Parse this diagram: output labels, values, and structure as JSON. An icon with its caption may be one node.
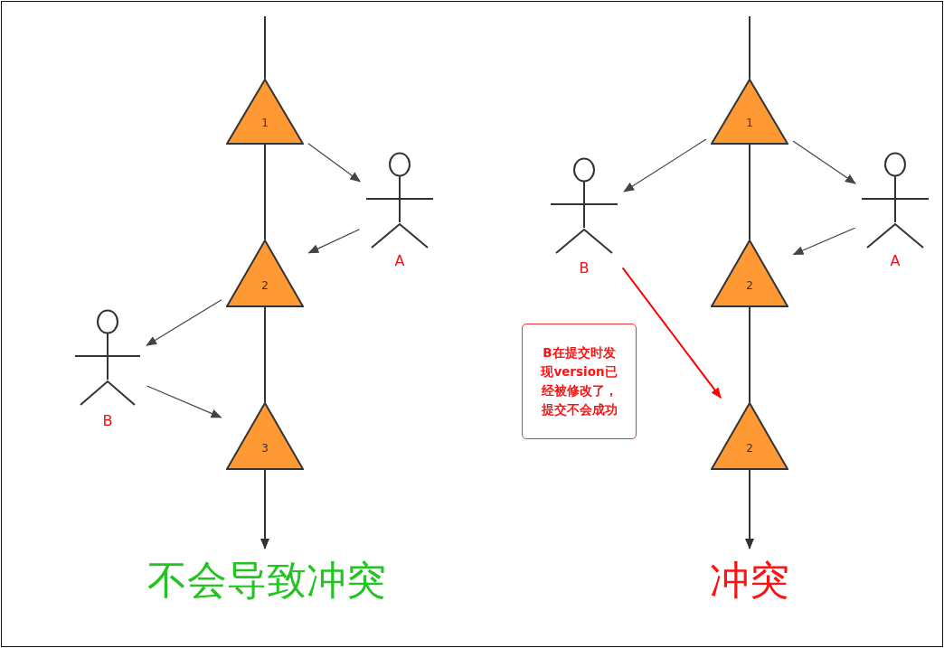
{
  "diagram": {
    "nodes": [
      {
        "text": [
          "1"
        ]
      },
      {
        "text": [
          "A"
        ]
      },
      {
        "text": [
          "2"
        ]
      },
      {
        "text": [
          "B"
        ]
      },
      {
        "text": [
          "3"
        ]
      },
      {
        "text": [
          "1"
        ]
      },
      {
        "text": [
          "B"
        ]
      },
      {
        "text": [
          "A"
        ]
      },
      {
        "text": [
          "2"
        ]
      },
      {
        "text": [
          "B在提交时发现version已经被修改了，提交不会成功"
        ]
      },
      {
        "text": [
          "2"
        ]
      },
      {
        "text": [
          "不会导致冲突"
        ]
      },
      {
        "text": [
          "冲突"
        ]
      }
    ],
    "edges": [
      {
        "from": null,
        "to": 0,
        "arrow": "none"
      },
      {
        "from": 0,
        "to": 2,
        "arrow": "none"
      },
      {
        "from": 2,
        "to": 4,
        "arrow": "none"
      },
      {
        "from": 4,
        "to": 11,
        "arrow": "to"
      },
      {
        "from": 0,
        "to": 1,
        "arrow": "to"
      },
      {
        "from": 1,
        "to": 2,
        "arrow": "to"
      },
      {
        "from": 2,
        "to": 3,
        "arrow": "to"
      },
      {
        "from": 3,
        "to": 4,
        "arrow": "to"
      },
      {
        "from": null,
        "to": 5,
        "arrow": "none"
      },
      {
        "from": 5,
        "to": 8,
        "arrow": "none"
      },
      {
        "from": 8,
        "to": 10,
        "arrow": "none"
      },
      {
        "from": 10,
        "to": 12,
        "arrow": "to"
      },
      {
        "from": 5,
        "to": 6,
        "arrow": "to"
      },
      {
        "from": 5,
        "to": 7,
        "arrow": "to"
      },
      {
        "from": 7,
        "to": 8,
        "arrow": "to"
      },
      {
        "from": 6,
        "to": 10,
        "arrow": "to",
        "color": "#ff0000"
      }
    ]
  }
}
